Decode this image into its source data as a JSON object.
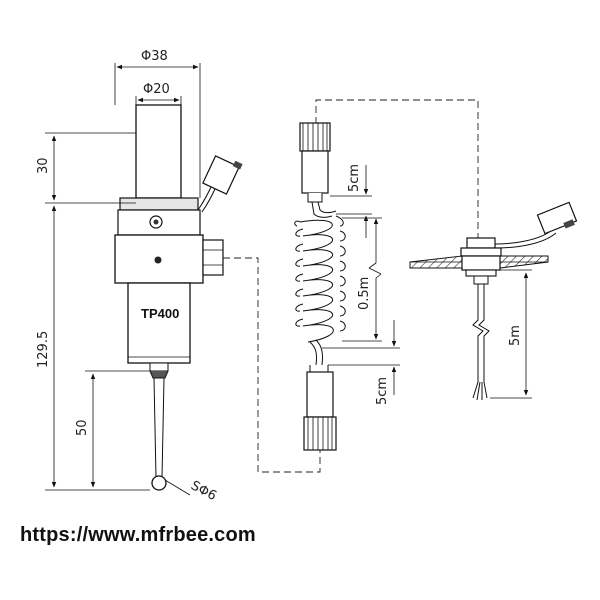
{
  "probe": {
    "model_label": "TP400",
    "dims": {
      "outer_diameter": "Φ38",
      "inner_diameter": "Φ20",
      "top_height": "30",
      "body_length": "129.5",
      "stylus_length": "50",
      "ball": "SΦ6"
    }
  },
  "cable": {
    "upper_straight": "5cm",
    "coil": "0.5m",
    "lower_straight": "5cm",
    "receiver_cable": "5m"
  },
  "watermark": {
    "url": "https://www.mfrbee.com"
  }
}
